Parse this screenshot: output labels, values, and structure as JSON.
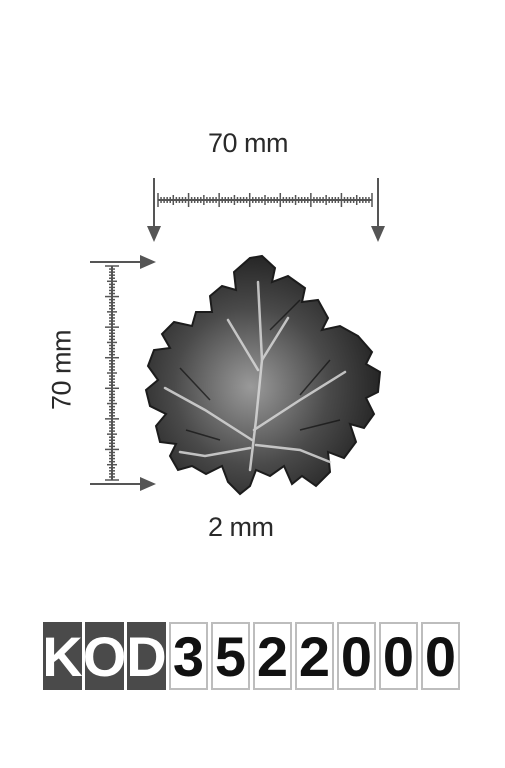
{
  "dimensions": {
    "width": "70 mm",
    "height": "70 mm",
    "thickness": "2 mm"
  },
  "icons": {
    "product": "grape-leaf-icon"
  },
  "code": {
    "prefix": [
      "K",
      "O",
      "D"
    ],
    "digits": [
      "3",
      "5",
      "2",
      "2",
      "0",
      "0",
      "0"
    ]
  },
  "colors": {
    "prefix_bg": "#4a4a4a",
    "prefix_text": "#ffffff",
    "digit_text": "#111111",
    "leaf": "#2f2f2f"
  }
}
